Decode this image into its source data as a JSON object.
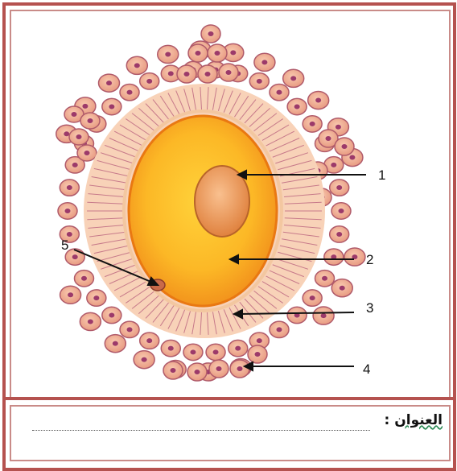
{
  "labels": [
    "1",
    "2",
    "3",
    "4",
    "5"
  ],
  "title_label": "العنوان",
  "title_colon": ":",
  "colors": {
    "frame": "#b5524f",
    "cell_fill": "#f2b49b",
    "cell_outline": "#a8466a",
    "corona": "#f8d2b8",
    "ovum_outer": "#f08a1a",
    "ovum_inner": "#fcb826",
    "nucleus": "#f1a36a"
  }
}
